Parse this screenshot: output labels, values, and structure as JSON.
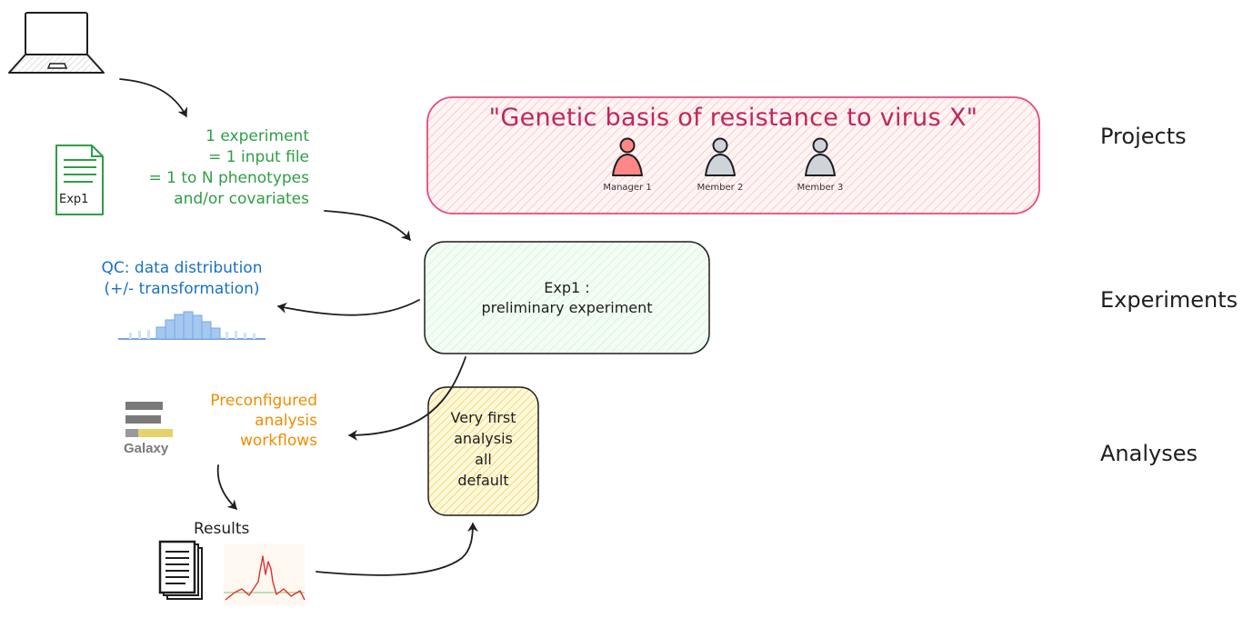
{
  "green_note": {
    "lines": "1 experiment\n= 1 input file\n= 1 to N phenotypes\nand/or covariates",
    "file_label": "Exp1"
  },
  "qc_note": {
    "lines": "QC: data distribution\n(+/- transformation)"
  },
  "workflow_note": {
    "lines": "Preconfigured\nanalysis\nworkflows",
    "galaxy_label": "Galaxy"
  },
  "results_label": "Results",
  "project": {
    "title": "\"Genetic basis of resistance to virus X\"",
    "members": [
      {
        "label": "Manager 1",
        "color": "#ff8787"
      },
      {
        "label": "Member 2",
        "color": "#ced4da"
      },
      {
        "label": "Member 3",
        "color": "#ced4da"
      }
    ]
  },
  "experiment_box": {
    "text": "Exp1 :\npreliminary experiment"
  },
  "analysis_box": {
    "text": "Very first\nanalysis\nall\ndefault"
  },
  "levels": {
    "projects": "Projects",
    "experiments": "Experiments",
    "analyses": "Analyses"
  },
  "colors": {
    "project_fill": "#ffe3e3",
    "project_stroke": "#e64980",
    "experiment_fill": "#ebfbee",
    "analysis_fill": "#ffec99",
    "green": "#2f9e44",
    "blue": "#1971c2",
    "orange": "#f08c00"
  }
}
